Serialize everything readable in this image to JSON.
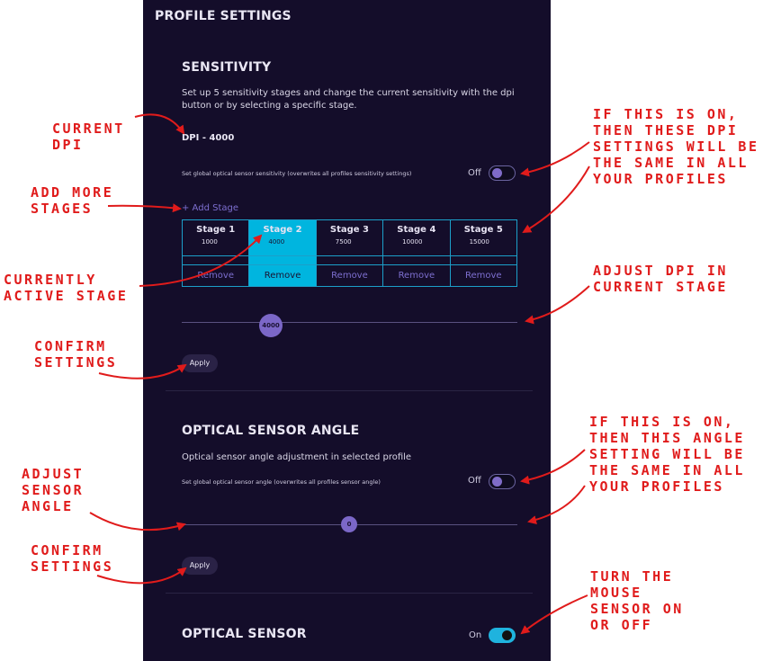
{
  "panel": {
    "title": "PROFILE SETTINGS"
  },
  "sensitivity": {
    "heading": "SENSITIVITY",
    "description": "Set up 5 sensitivity stages and change the current sensitivity with the dpi button or by selecting a specific stage.",
    "current_dpi": "DPI - 4000",
    "global_label": "Set global optical sensor sensitivity (overwrites all profiles sensitivity settings)",
    "global_state": "Off",
    "add_stage": "+ Add Stage",
    "stages": [
      {
        "name": "Stage 1",
        "value": "1000",
        "remove": "Remove",
        "active": false
      },
      {
        "name": "Stage 2",
        "value": "4000",
        "remove": "Remove",
        "active": true
      },
      {
        "name": "Stage 3",
        "value": "7500",
        "remove": "Remove",
        "active": false
      },
      {
        "name": "Stage 4",
        "value": "10000",
        "remove": "Remove",
        "active": false
      },
      {
        "name": "Stage 5",
        "value": "15000",
        "remove": "Remove",
        "active": false
      }
    ],
    "slider_value": "4000",
    "apply_label": "Apply"
  },
  "sensor_angle": {
    "heading": "OPTICAL SENSOR ANGLE",
    "description": "Optical sensor angle adjustment in selected profile",
    "global_label": "Set global optical sensor angle (overwrites all profiles sensor angle)",
    "global_state": "Off",
    "slider_value": "0",
    "apply_label": "Apply"
  },
  "optical_sensor": {
    "heading": "OPTICAL SENSOR",
    "state": "On"
  },
  "annotations": {
    "current_dpi": "CURRENT\nDPI",
    "add_stages": "ADD MORE\nSTAGES",
    "active_stage": "CURRENTLY\nACTIVE STAGE",
    "confirm_1": "CONFIRM\nSETTINGS",
    "adjust_angle": "ADJUST\nSENSOR\nANGLE",
    "confirm_2": "CONFIRM\nSETTINGS",
    "dpi_global": "IF THIS IS ON,\nTHEN THESE DPI\nSETTINGS WILL BE\nTHE SAME IN ALL\nYOUR PROFILES",
    "adjust_dpi": "ADJUST DPI IN\nCURRENT STAGE",
    "angle_global": "IF THIS IS ON,\nTHEN THIS ANGLE\nSETTING WILL BE\nTHE SAME IN ALL\nYOUR PROFILES",
    "sensor_toggle": "TURN THE\nMOUSE\nSENSOR ON\nOR OFF"
  },
  "colors": {
    "panel_bg": "#140d2a",
    "accent_cyan": "#00b5df",
    "accent_purple": "#7b67c7",
    "annotation_red": "#e01b1b"
  }
}
